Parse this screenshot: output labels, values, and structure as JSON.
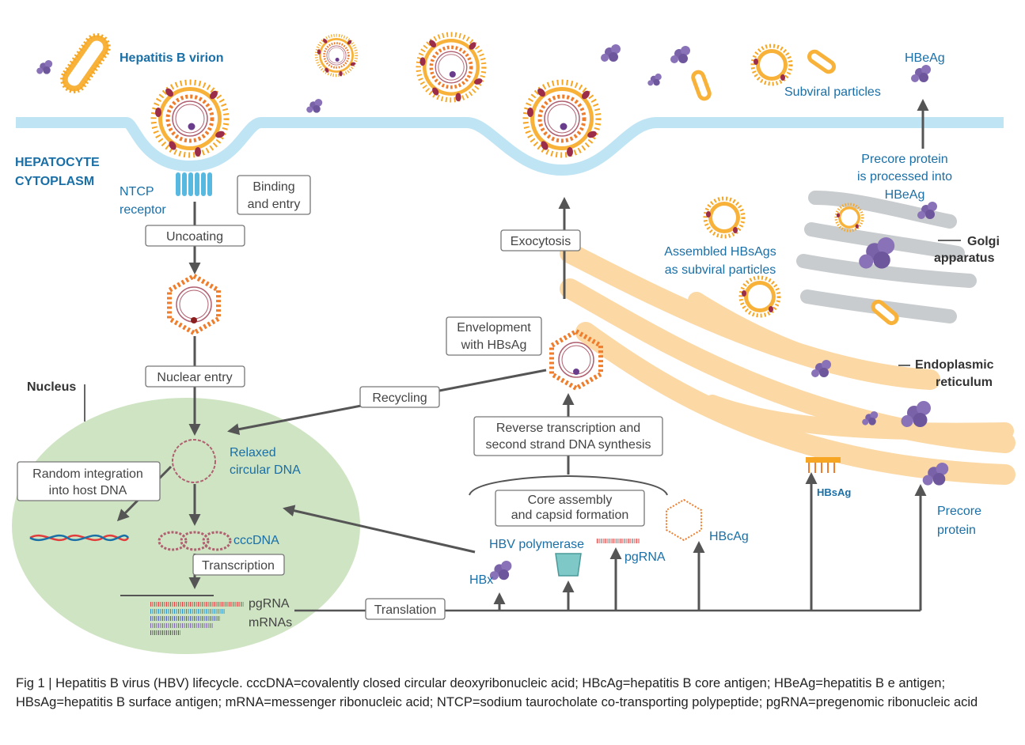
{
  "labels": {
    "virion": "Hepatitis B virion",
    "cytoplasm_1": "HEPATOCYTE",
    "cytoplasm_2": "CYTOPLASM",
    "ntcp_1": "NTCP",
    "ntcp_2": "receptor",
    "binding_1": "Binding",
    "binding_2": "and entry",
    "uncoating": "Uncoating",
    "nuclear_entry": "Nuclear entry",
    "nucleus": "Nucleus",
    "relaxed_1": "Relaxed",
    "relaxed_2": "circular DNA",
    "random_1": "Random  integration",
    "random_2": "into host DNA",
    "cccdna": "cccDNA",
    "transcription": "Transcription",
    "pgrna_mrnas_1": "pgRNA",
    "pgrna_mrnas_2": "mRNAs",
    "translation": "Translation",
    "recycling": "Recycling",
    "envelopment_1": "Envelopment",
    "envelopment_2": "with HBsAg",
    "exocytosis": "Exocytosis",
    "reverse_1": "Reverse transcription and",
    "reverse_2": "second strand DNA synthesis",
    "core_1": "Core assembly",
    "core_2": "and capsid formation",
    "hbv_polymerase": "HBV polymerase",
    "hbx": "HBx",
    "pgrna": "pgRNA",
    "hbcag": "HBcAg",
    "hbsag": "HBsAg",
    "precore_1": "Precore",
    "precore_2": "protein",
    "subviral": "Subviral particles",
    "hbeag": "HBeAg",
    "precore_proc_1": "Precore protein",
    "precore_proc_2": "is processed into",
    "precore_proc_3": "HBeAg",
    "assembled_1": "Assembled HBsAgs",
    "assembled_2": "as subviral particles",
    "golgi_1": "Golgi",
    "golgi_2": "apparatus",
    "er_1": "Endoplasmic",
    "er_2": "reticulum"
  },
  "caption": "Fig 1 | Hepatitis B virus (HBV) lifecycle. cccDNA=covalently closed circular deoxyribonucleic acid; HBcAg=hepatitis B core antigen; HBeAg=hepatitis B e antigen; HBsAg=hepatitis B surface antigen; mRNA=messenger ribonucleic acid; NTCP=sodium taurocholate co-transporting polypeptide; pgRNA=pregenomic ribonucleic acid",
  "colors": {
    "membrane": "#bfe4f4",
    "nucleus": "#cfe4c3",
    "er": "#fbd8a4",
    "golgi": "#c8ccce",
    "accent_blue": "#1a6fa6",
    "envelope_orange": "#f6a623",
    "capsid_orange": "#ef7d2c",
    "protein_purple": "#7a62a8",
    "rna_red": "#e23b3b",
    "arrow_gray": "#555555"
  }
}
